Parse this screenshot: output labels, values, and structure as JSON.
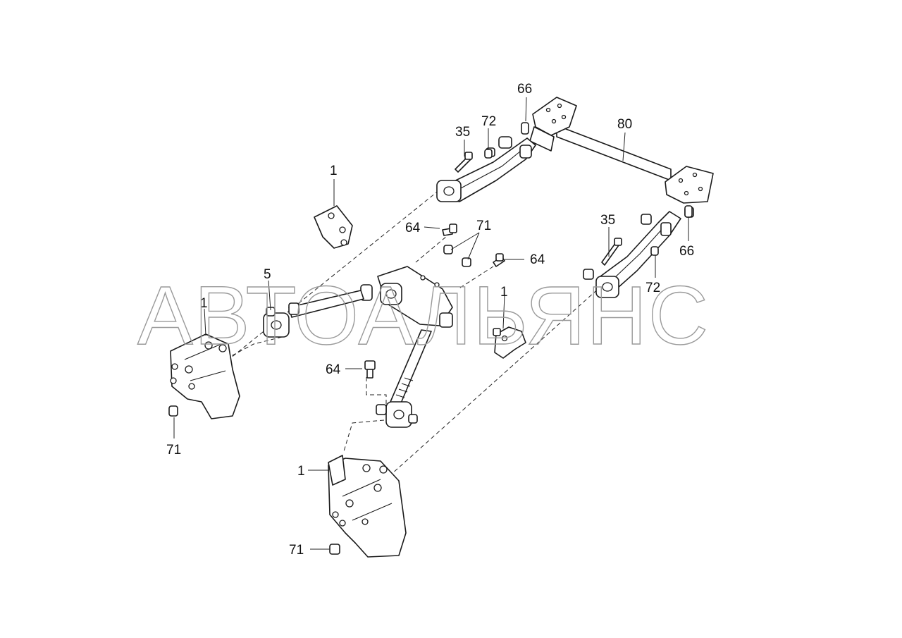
{
  "watermark": "АВТОАЛЬЯНС",
  "callouts": [
    {
      "id": "c66a",
      "text": "66"
    },
    {
      "id": "c72a",
      "text": "72"
    },
    {
      "id": "c35a",
      "text": "35"
    },
    {
      "id": "c80",
      "text": "80"
    },
    {
      "id": "c1a",
      "text": "1"
    },
    {
      "id": "c64a",
      "text": "64"
    },
    {
      "id": "c71a",
      "text": "71"
    },
    {
      "id": "c64b",
      "text": "64"
    },
    {
      "id": "c35b",
      "text": "35"
    },
    {
      "id": "c66b",
      "text": "66"
    },
    {
      "id": "c72b",
      "text": "72"
    },
    {
      "id": "c5",
      "text": "5"
    },
    {
      "id": "c1b",
      "text": "1"
    },
    {
      "id": "c1c",
      "text": "1"
    },
    {
      "id": "c64c",
      "text": "64"
    },
    {
      "id": "c71b",
      "text": "71"
    },
    {
      "id": "c1d",
      "text": "1"
    },
    {
      "id": "c71c",
      "text": "71"
    }
  ]
}
